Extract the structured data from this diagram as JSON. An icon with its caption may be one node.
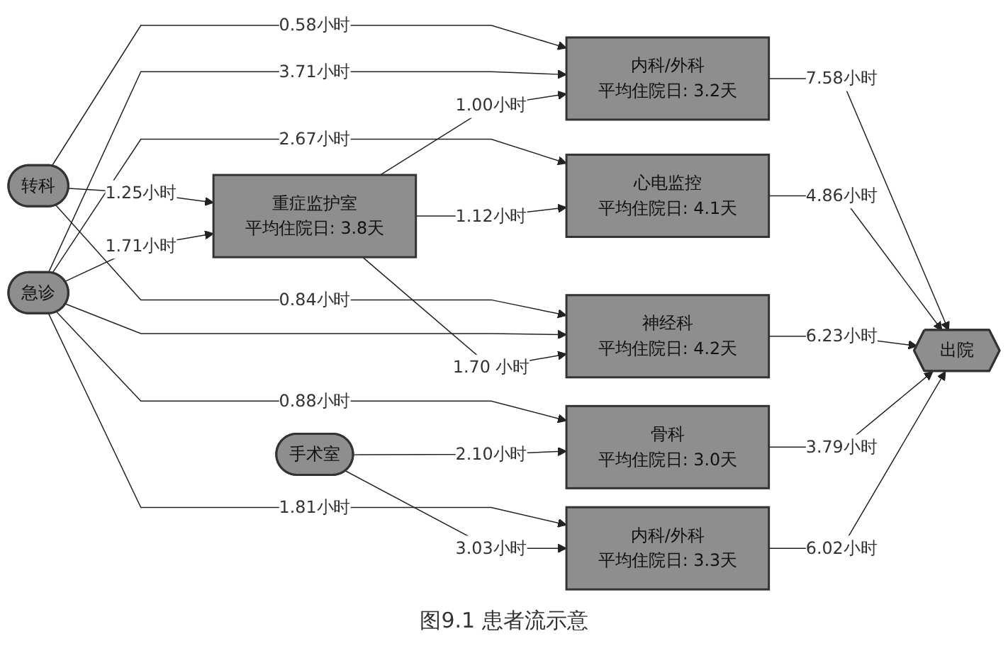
{
  "diagram": {
    "caption": "图9.1 患者流示意",
    "nodes": [
      {
        "text": [
          "转科"
        ]
      },
      {
        "text": [
          "急诊"
        ]
      },
      {
        "text": [
          "手术室"
        ]
      },
      {
        "text": [
          "内科/外科",
          "平均住院日: 3.2天"
        ]
      },
      {
        "text": [
          "重症监护室",
          "平均住院日: 3.8天"
        ]
      },
      {
        "text": [
          "心电监控",
          "平均住院日: 4.1天"
        ]
      },
      {
        "text": [
          "神经科",
          "平均住院日: 4.2天"
        ]
      },
      {
        "text": [
          "骨科",
          "平均住院日: 3.0天"
        ]
      },
      {
        "text": [
          "内科/外科",
          "平均住院日: 3.3天"
        ]
      },
      {
        "text": [
          "出院"
        ]
      }
    ],
    "edges": [
      {
        "from": 0,
        "to": 3,
        "arrow": "to",
        "label": "0.58小时"
      },
      {
        "from": 0,
        "to": 4,
        "arrow": "to",
        "label": "1.25小时"
      },
      {
        "from": 0,
        "to": 6,
        "arrow": "to",
        "label": "0.84小时"
      },
      {
        "from": 1,
        "to": 3,
        "arrow": "to",
        "label": "3.71小时"
      },
      {
        "from": 1,
        "to": 4,
        "arrow": "to",
        "label": "1.71小时"
      },
      {
        "from": 1,
        "to": 5,
        "arrow": "to",
        "label": "2.67小时"
      },
      {
        "from": 1,
        "to": 6,
        "arrow": "to"
      },
      {
        "from": 1,
        "to": 7,
        "arrow": "to",
        "label": "0.88小时"
      },
      {
        "from": 1,
        "to": 8,
        "arrow": "to",
        "label": "1.81小时"
      },
      {
        "from": 2,
        "to": 7,
        "arrow": "to",
        "label": "2.10小时"
      },
      {
        "from": 2,
        "to": 8,
        "arrow": "to",
        "label": "3.03小时"
      },
      {
        "from": 4,
        "to": 3,
        "arrow": "to",
        "label": "1.00小时"
      },
      {
        "from": 4,
        "to": 5,
        "arrow": "to",
        "label": "1.12小时"
      },
      {
        "from": 4,
        "to": 6,
        "arrow": "to",
        "label": "1.70 小时"
      },
      {
        "from": 3,
        "to": 9,
        "arrow": "to",
        "label": "7.58小时"
      },
      {
        "from": 5,
        "to": 9,
        "arrow": "to",
        "label": "4.86小时"
      },
      {
        "from": 6,
        "to": 9,
        "arrow": "to",
        "label": "6.23小时"
      },
      {
        "from": 7,
        "to": 9,
        "arrow": "to",
        "label": "3.79小时"
      },
      {
        "from": 8,
        "to": 9,
        "arrow": "to",
        "label": "6.02小时"
      }
    ]
  }
}
